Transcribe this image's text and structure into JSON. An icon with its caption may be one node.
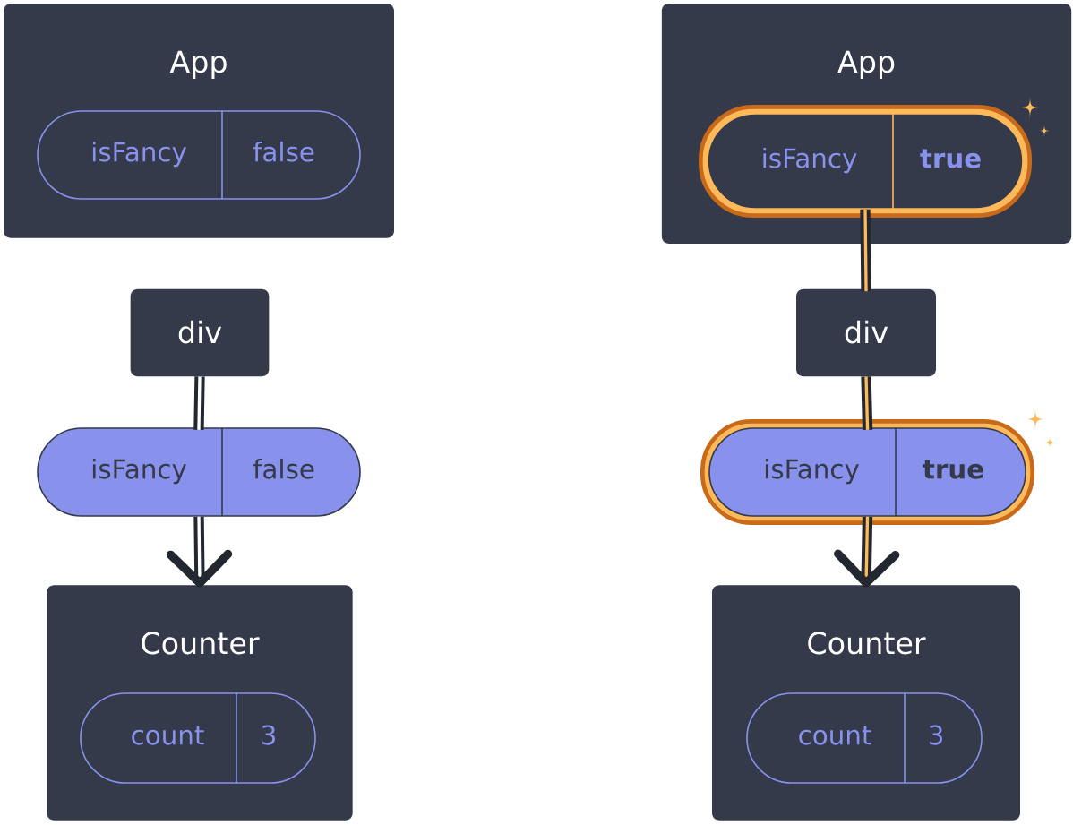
{
  "diagram": {
    "nodes": [
      {
        "text": [
          "App"
        ]
      },
      {
        "text": [
          "isFancy",
          "false"
        ],
        "in": 0
      },
      {
        "text": [
          "div"
        ]
      },
      {
        "text": [
          "isFancy",
          "false"
        ]
      },
      {
        "text": [
          "Counter"
        ]
      },
      {
        "text": [
          "count",
          "3"
        ],
        "in": 4
      },
      {
        "text": [
          "App"
        ]
      },
      {
        "text": [
          "isFancy",
          "true"
        ],
        "in": 6
      },
      {
        "text": [
          "div"
        ]
      },
      {
        "text": [
          "isFancy",
          "true"
        ]
      },
      {
        "text": [
          "Counter"
        ]
      },
      {
        "text": [
          "count",
          "3"
        ],
        "in": 10
      }
    ],
    "edges": [
      {
        "from": 2,
        "to": 3,
        "arrow": "none"
      },
      {
        "from": 3,
        "to": 4,
        "arrow": "to"
      },
      {
        "from": 7,
        "to": 8,
        "arrow": "none"
      },
      {
        "from": 8,
        "to": 9,
        "arrow": "none"
      },
      {
        "from": 9,
        "to": 10,
        "arrow": "to"
      }
    ]
  }
}
